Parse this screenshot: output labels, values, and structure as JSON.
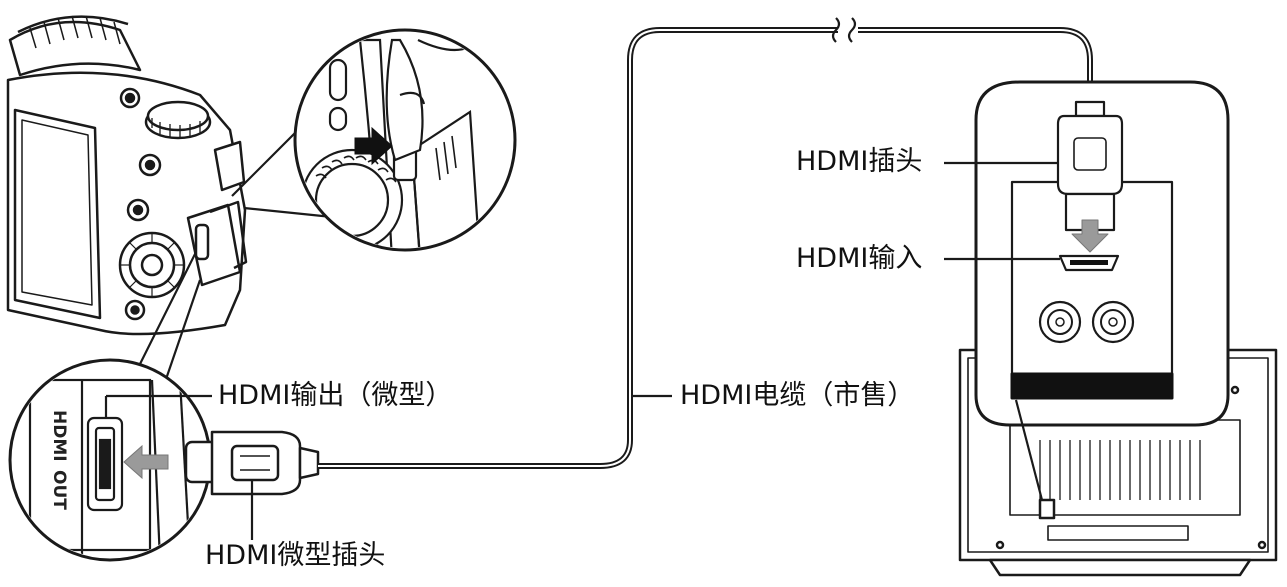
{
  "labels": {
    "hdmi_plug": "HDMI插头",
    "hdmi_input": "HDMI输入",
    "hdmi_output_micro": "HDMI输出（微型）",
    "hdmi_cable": "HDMI电缆（市售）",
    "hdmi_micro_plug": "HDMI微型插头"
  },
  "port_markings": {
    "line1": "HDMI",
    "line2": "OUT"
  },
  "colors": {
    "line": "#1a1a1a",
    "arrow": "#9a9a9a",
    "dark_band": "#111111"
  }
}
